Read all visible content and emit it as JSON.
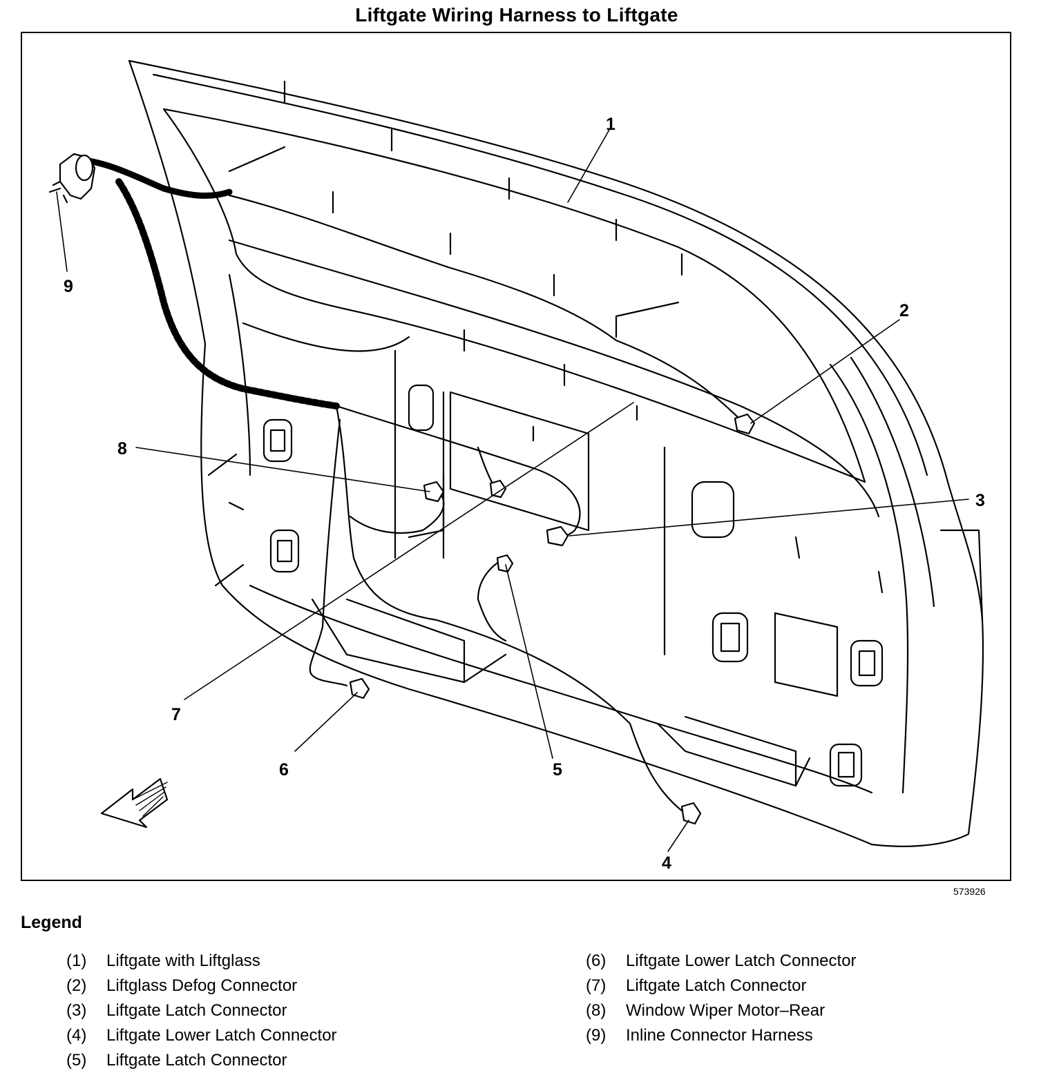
{
  "title": "Liftgate Wiring Harness to Liftgate",
  "figure_id": "573926",
  "legend_title": "Legend",
  "callouts": [
    "1",
    "2",
    "3",
    "4",
    "5",
    "6",
    "7",
    "8",
    "9"
  ],
  "legend": [
    {
      "num": "(1)",
      "label": "Liftgate with Liftglass"
    },
    {
      "num": "(2)",
      "label": "Liftglass Defog Connector"
    },
    {
      "num": "(3)",
      "label": "Liftgate Latch Connector"
    },
    {
      "num": "(4)",
      "label": "Liftgate Lower Latch Connector"
    },
    {
      "num": "(5)",
      "label": "Liftgate Latch Connector"
    },
    {
      "num": "(6)",
      "label": "Liftgate Lower Latch Connector"
    },
    {
      "num": "(7)",
      "label": "Liftgate Latch Connector"
    },
    {
      "num": "(8)",
      "label": "Window Wiper Motor–Rear"
    },
    {
      "num": "(9)",
      "label": "Inline Connector Harness"
    }
  ]
}
